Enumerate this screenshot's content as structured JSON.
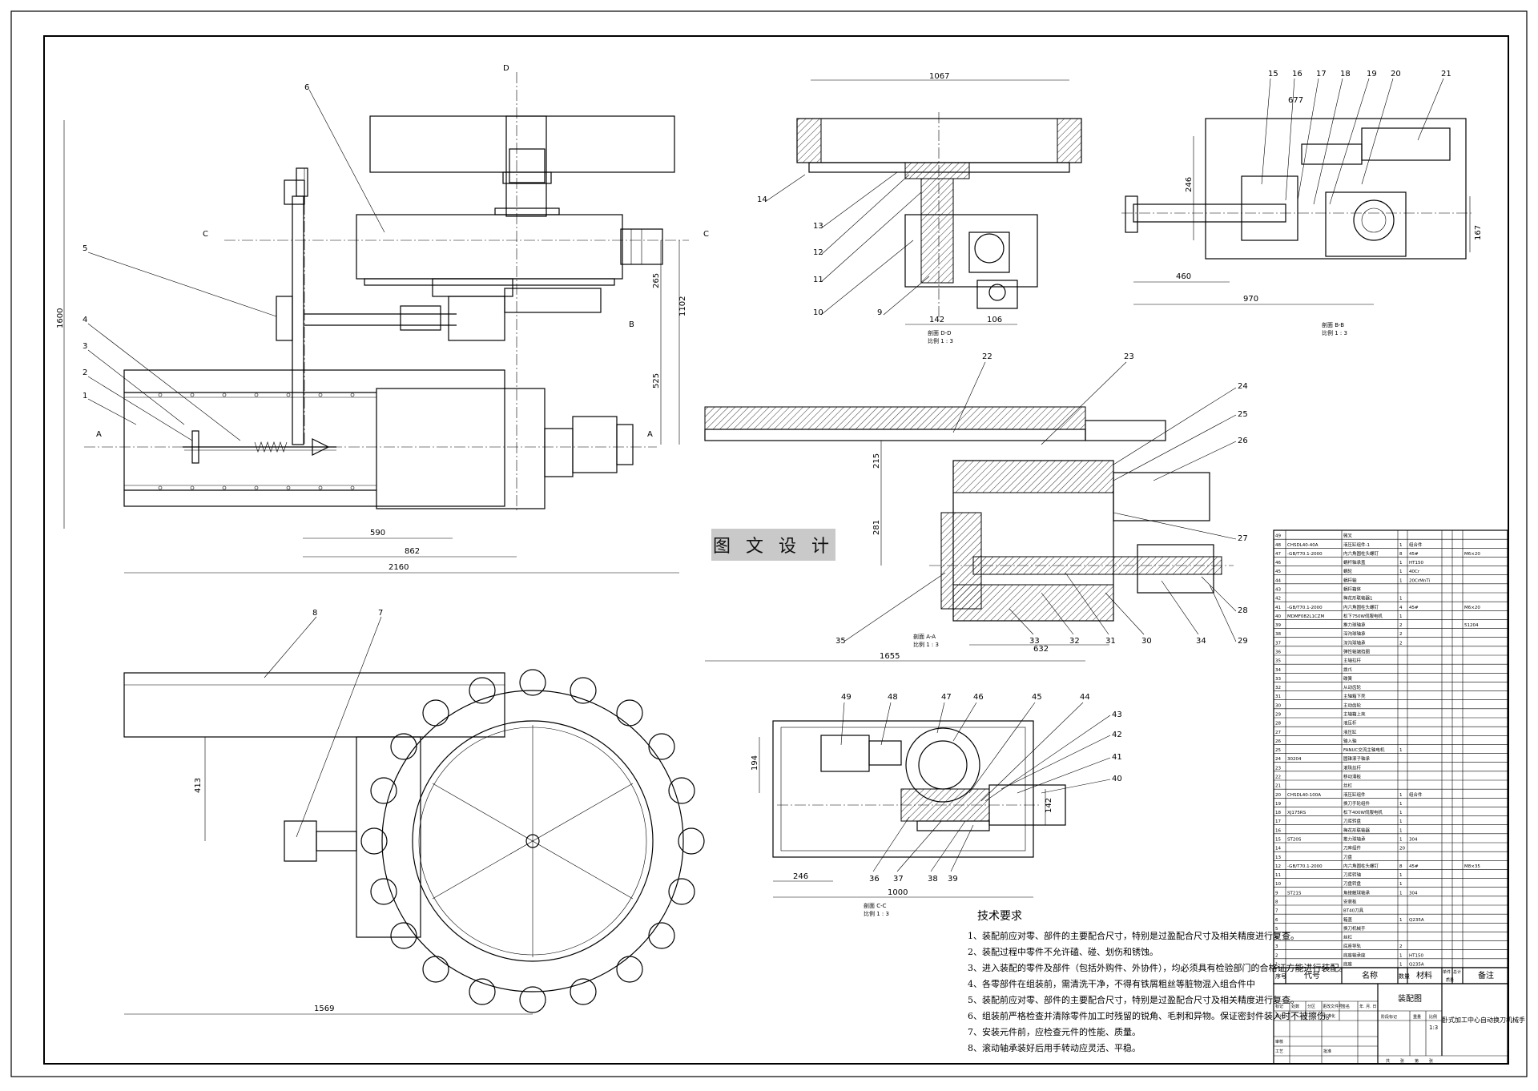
{
  "dimensions": {
    "side_view": [
      "1600",
      "590",
      "862",
      "2160",
      "265",
      "525",
      "1102"
    ],
    "top_view": [
      "413",
      "1569"
    ],
    "section_dd": [
      "1067",
      "142",
      "106"
    ],
    "section_bb": [
      "677",
      "246",
      "167",
      "460",
      "970"
    ],
    "section_aa": [
      "215",
      "281",
      "632",
      "1655"
    ],
    "section_cc": [
      "194",
      "142",
      "246",
      "1000"
    ]
  },
  "balloons": {
    "side": [
      "6",
      "5",
      "4",
      "3",
      "2",
      "1"
    ],
    "top": [
      "8",
      "7"
    ],
    "dd": [
      "14",
      "13",
      "12",
      "11",
      "10",
      "9"
    ],
    "bb": [
      "15",
      "16",
      "17",
      "18",
      "19",
      "20",
      "21"
    ],
    "aa_top": [
      "22",
      "23"
    ],
    "aa_right": [
      "24",
      "25",
      "26",
      "27",
      "28",
      "29"
    ],
    "aa_bottom": [
      "35",
      "33",
      "32",
      "31",
      "30",
      "34"
    ],
    "cc_top": [
      "49",
      "48",
      "47",
      "46",
      "45",
      "44"
    ],
    "cc_right": [
      "43",
      "42",
      "41",
      "40"
    ],
    "cc_bottom": [
      "36",
      "37",
      "38",
      "39"
    ]
  },
  "section_markers": {
    "d": "D",
    "c": "C",
    "b": "B",
    "a": "A"
  },
  "view_labels": {
    "dd": [
      "剖面 D-D",
      "比例 1 : 3"
    ],
    "bb": [
      "剖面 B-B",
      "比例 1 : 3"
    ],
    "aa": [
      "剖面 A-A",
      "比例 1 : 3"
    ],
    "cc": [
      "剖面 C-C",
      "比例 1 : 3"
    ]
  },
  "watermark": "图 文 设 计",
  "requirements": {
    "title": "技术要求",
    "items": [
      "1、装配前应对零、部件的主要配合尺寸，特别是过盈配合尺寸及相关精度进行复查。",
      "2、装配过程中零件不允许磕、碰、划伤和锈蚀。",
      "3、进入装配的零件及部件（包括外购件、外协件），均必须具有检验部门的合格证方能进行装配。",
      "4、各零部件在组装前，需清洗干净，不得有铁屑粗丝等脏物混入组合件中",
      "5、装配前应对零、部件的主要配合尺寸，特别是过盈配合尺寸及相关精度进行复查。",
      "6、组装前严格检查并清除零件加工时残留的锐角、毛刺和异物。保证密封件装入时不被擦伤。",
      "7、安装元件前，应检查元件的性能、质量。",
      "8、滚动轴承装好后用手转动应灵活、平稳。"
    ]
  },
  "bom": {
    "rows": [
      [
        "49",
        "",
        "微叉",
        "",
        "",
        ""
      ],
      [
        "48",
        "CHSDL40-40A",
        "液压缸组件-1",
        "1",
        "组合件",
        ""
      ],
      [
        "47",
        "-GB/T70.1-2000",
        "内六角圆柱头螺钉",
        "8",
        "45#",
        "M6×20"
      ],
      [
        "46",
        "",
        "蜗杆轴承盖",
        "1",
        "HT150",
        ""
      ],
      [
        "45",
        "",
        "蜗轮",
        "1",
        "40Cr",
        ""
      ],
      [
        "44",
        "",
        "蜗杆轴",
        "1",
        "20CrMnTi",
        ""
      ],
      [
        "43",
        "",
        "蜗杆箱体",
        "",
        "",
        ""
      ],
      [
        "42",
        "",
        "梅花形联轴器1",
        "1",
        "",
        ""
      ],
      [
        "41",
        "-GB/T70.1-2000",
        "内六角圆柱头螺钉",
        "4",
        "45#",
        "M6×20"
      ],
      [
        "40",
        "MDMF082L1CZM",
        "松下750W伺服电机",
        "1",
        "",
        ""
      ],
      [
        "39",
        "",
        "推力球轴承",
        "2",
        "",
        "51204"
      ],
      [
        "38",
        "",
        "深沟球轴承",
        "2",
        "",
        ""
      ],
      [
        "37",
        "",
        "深沟球轴承",
        "2",
        "",
        ""
      ],
      [
        "36",
        "",
        "弹性轴端挡圈",
        "",
        "",
        ""
      ],
      [
        "35",
        "",
        "主轴拉杆",
        "",
        "",
        ""
      ],
      [
        "34",
        "",
        "拨爪",
        "",
        "",
        ""
      ],
      [
        "33",
        "",
        "碟簧",
        "",
        "",
        ""
      ],
      [
        "32",
        "",
        "从动齿轮",
        "",
        "",
        ""
      ],
      [
        "31",
        "",
        "主轴箱下壳",
        "",
        "",
        ""
      ],
      [
        "30",
        "",
        "主动齿轮",
        "",
        "",
        ""
      ],
      [
        "29",
        "",
        "主轴箱上壳",
        "",
        "",
        ""
      ],
      [
        "28",
        "",
        "液压杆",
        "",
        "",
        ""
      ],
      [
        "27",
        "",
        "液压缸",
        "",
        "",
        ""
      ],
      [
        "26",
        "",
        "输入轴",
        "",
        "",
        ""
      ],
      [
        "25",
        "",
        "FANUC交流主轴电机",
        "1",
        "",
        ""
      ],
      [
        "24",
        "30204",
        "圆锥滚子轴承",
        "",
        "",
        ""
      ],
      [
        "23",
        "",
        "滚珠丝杆",
        "",
        "",
        ""
      ],
      [
        "22",
        "",
        "移动滑板",
        "",
        "",
        ""
      ],
      [
        "21",
        "",
        "丝杠",
        "",
        "",
        ""
      ],
      [
        "20",
        "CHSDL40-100A",
        "液压缸组件",
        "1",
        "组合件",
        ""
      ],
      [
        "19",
        "",
        "换刀手轮组件",
        "1",
        "",
        ""
      ],
      [
        "18",
        "XJ175RS",
        "松下400W伺服电机",
        "1",
        "",
        ""
      ],
      [
        "17",
        "",
        "刀库转盘",
        "1",
        "",
        ""
      ],
      [
        "16",
        "",
        "梅花形联轴器",
        "1",
        "",
        ""
      ],
      [
        "15",
        "ST20S",
        "推力球轴承",
        "1",
        "304",
        ""
      ],
      [
        "14",
        "",
        "刀库组件",
        "20",
        "",
        ""
      ],
      [
        "13",
        "",
        "刀盘",
        "",
        "",
        ""
      ],
      [
        "12",
        "-GB/T70.1-2000",
        "内六角圆柱头螺钉",
        "8",
        "45#",
        "M8×35"
      ],
      [
        "11",
        "",
        "刀库转轴",
        "1",
        "",
        ""
      ],
      [
        "10",
        "",
        "刀盘转盘",
        "1",
        "",
        ""
      ],
      [
        "9",
        "ST21S",
        "角接触球轴承",
        "1",
        "304",
        ""
      ],
      [
        "8",
        "",
        "安装板",
        "",
        "",
        ""
      ],
      [
        "7",
        "",
        "BT40刀具",
        "",
        "",
        ""
      ],
      [
        "6",
        "",
        "箱盖",
        "1",
        "Q235A",
        ""
      ],
      [
        "5",
        "",
        "换刀机械手",
        "",
        "",
        ""
      ],
      [
        "4",
        "",
        "丝杠",
        "",
        "",
        ""
      ],
      [
        "3",
        "",
        "底座导轨",
        "2",
        "",
        ""
      ],
      [
        "2",
        "",
        "底座轴承座",
        "1",
        "HT150",
        ""
      ],
      [
        "1",
        "",
        "底座",
        "1",
        "Q235A",
        ""
      ]
    ],
    "header": {
      "seq": "序号",
      "code": "代号",
      "name": "名称",
      "qty": "数量",
      "material": "材料",
      "unit_weight": "单件",
      "total_weight": "总计",
      "weight": "质量",
      "remarks": "备注"
    }
  },
  "title_block": {
    "drawing_type": "装配图",
    "drawing_title": "卧式加工中心自动换刀机械手",
    "scale": "1:3",
    "labels": {
      "mark": "标记",
      "count": "处数",
      "zone": "分区",
      "change_doc": "更改文件号",
      "sign": "签名",
      "date": "年. 月. 日",
      "design": "设计",
      "standardize": "标准化",
      "stage_mark": "阶段标记",
      "weight": "重量",
      "ratio": "比例",
      "audit": "审核",
      "process": "工艺",
      "approve": "批准",
      "sheets": "共",
      "sheet": "张",
      "page": "第",
      "page_unit": "张"
    }
  }
}
